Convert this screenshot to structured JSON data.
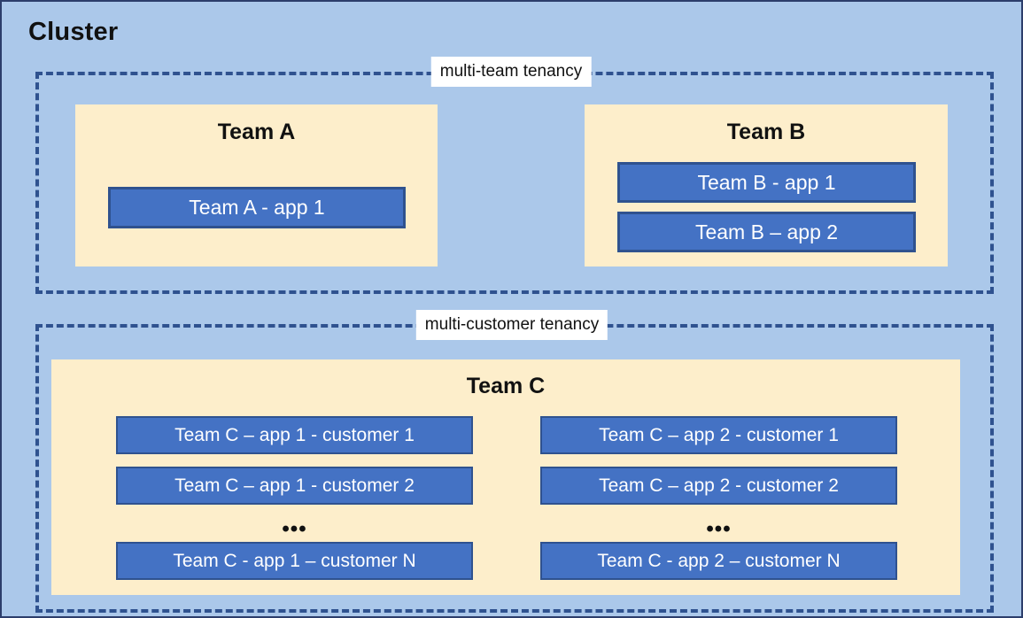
{
  "diagram": {
    "title": "Cluster",
    "colors": {
      "canvas_background": "#abc8ea",
      "canvas_border": "#2c3e6b",
      "tenancy_border": "#2f528f",
      "team_panel_background": "#fdeecb",
      "app_fill": "#4472c4",
      "app_border": "#2f528f",
      "app_text": "#ffffff",
      "label_background": "#ffffff",
      "text": "#111111"
    },
    "tenancies": [
      {
        "id": "multi-team",
        "label": "multi-team tenancy",
        "teams": [
          {
            "id": "team-a",
            "title": "Team A",
            "apps": [
              {
                "label": "Team A - app 1"
              }
            ]
          },
          {
            "id": "team-b",
            "title": "Team B",
            "apps": [
              {
                "label": "Team B - app 1"
              },
              {
                "label": "Team B – app 2"
              }
            ]
          }
        ]
      },
      {
        "id": "multi-customer",
        "label": "multi-customer tenancy",
        "teams": [
          {
            "id": "team-c",
            "title": "Team C",
            "columns": [
              {
                "id": "app-1",
                "ellipsis": "•••",
                "apps": [
                  {
                    "label": "Team C – app 1 - customer 1"
                  },
                  {
                    "label": "Team C – app 1 - customer 2"
                  },
                  {
                    "label": "Team C - app 1 – customer N"
                  }
                ]
              },
              {
                "id": "app-2",
                "ellipsis": "•••",
                "apps": [
                  {
                    "label": "Team C – app 2 - customer 1"
                  },
                  {
                    "label": "Team C – app 2 - customer 2"
                  },
                  {
                    "label": "Team C - app 2 – customer N"
                  }
                ]
              }
            ]
          }
        ]
      }
    ]
  }
}
